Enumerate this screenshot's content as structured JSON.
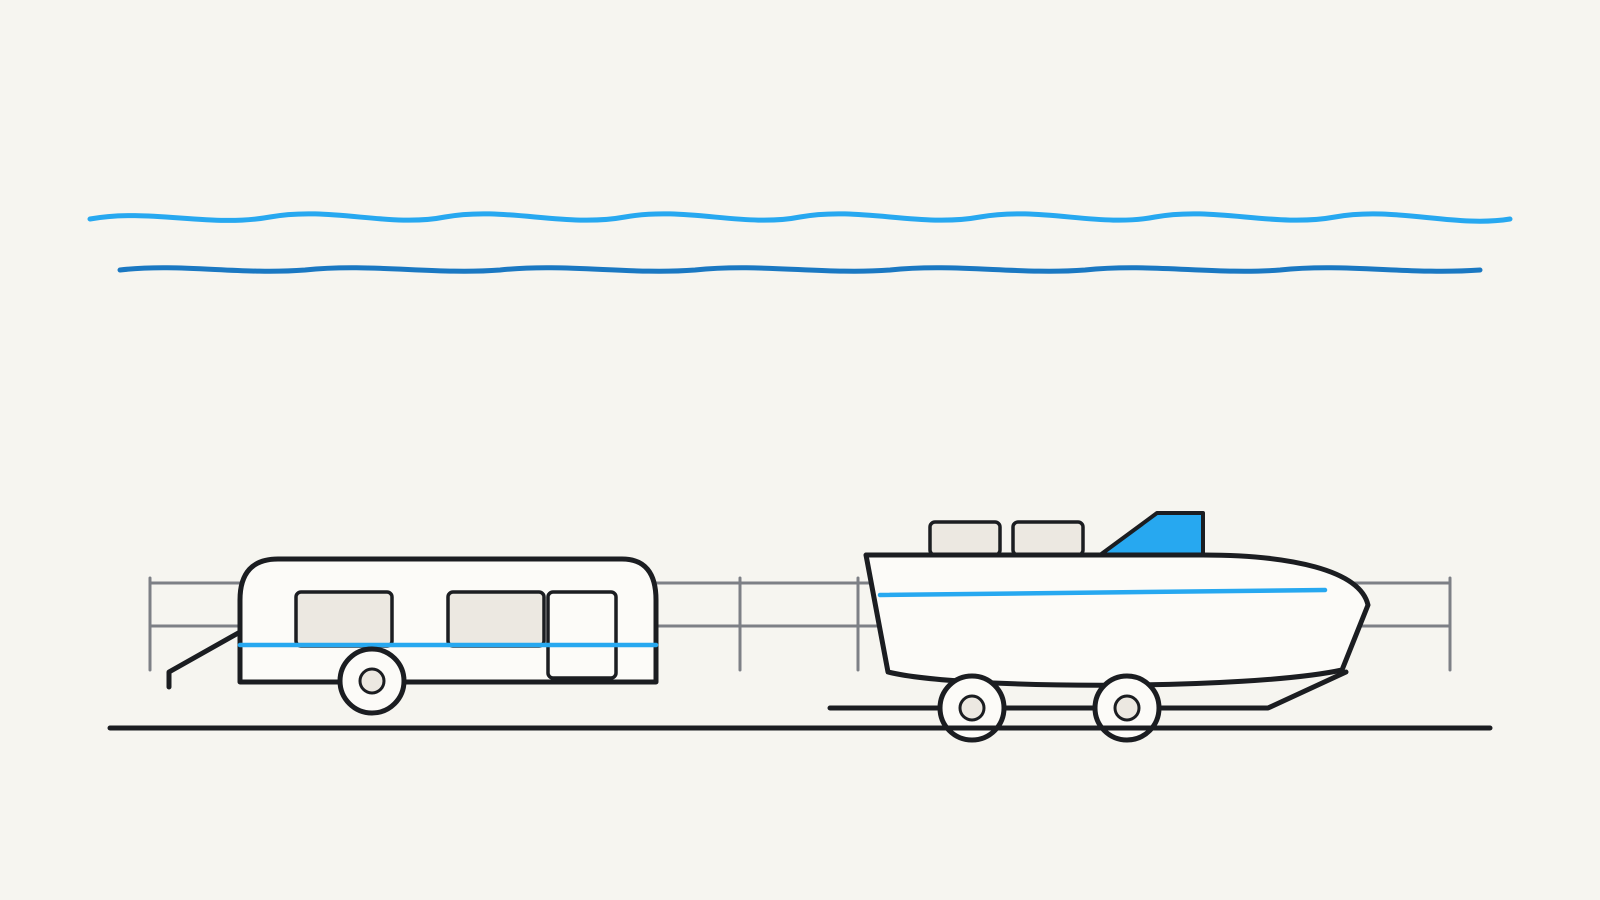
{
  "colors": {
    "background": "#f6f5f0",
    "outline": "#1b1d21",
    "accent_blue": "#27a8f0",
    "deep_blue": "#1a78c2",
    "fence_gray": "#7d8086",
    "window_fill": "#ece8e1",
    "body_fill": "#fcfbf8"
  },
  "scene": {
    "elements": [
      "wave-lines",
      "fence",
      "caravan-trailer",
      "boat-on-trailer",
      "ground-line"
    ]
  }
}
